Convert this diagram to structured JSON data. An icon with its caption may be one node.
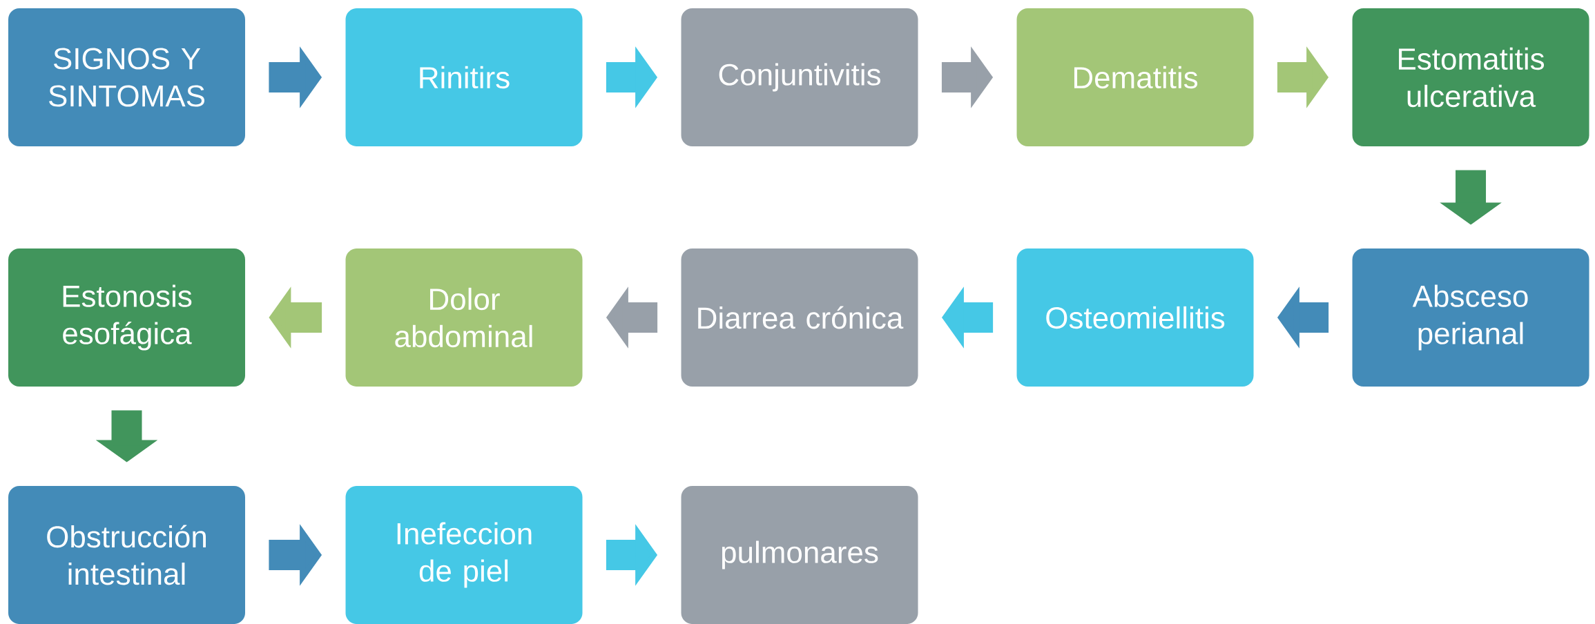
{
  "diagram": {
    "nodes": [
      {
        "text": [
          "SIGNOS Y SINTOMAS"
        ]
      },
      {
        "text": [
          "Rinitirs"
        ]
      },
      {
        "text": [
          "Conjuntivitis"
        ]
      },
      {
        "text": [
          "Dematitis"
        ]
      },
      {
        "text": [
          "Estomatitis ulcerativa"
        ]
      },
      {
        "text": [
          "Estonosis esofágica"
        ]
      },
      {
        "text": [
          "Dolor abdominal"
        ]
      },
      {
        "text": [
          "Diarrea crónica"
        ]
      },
      {
        "text": [
          "Osteomiellitis"
        ]
      },
      {
        "text": [
          "Absceso perianal"
        ]
      },
      {
        "text": [
          "Obstrucción intestinal"
        ]
      },
      {
        "text": [
          "Inefeccion de piel"
        ]
      },
      {
        "text": [
          "pulmonares"
        ]
      }
    ],
    "edges": [
      {
        "from": 0,
        "to": 1,
        "arrow": "to",
        "color": "#438bb8"
      },
      {
        "from": 1,
        "to": 2,
        "arrow": "to",
        "color": "#45c8e6"
      },
      {
        "from": 2,
        "to": 3,
        "arrow": "to",
        "color": "#98a0a9"
      },
      {
        "from": 3,
        "to": 4,
        "arrow": "to",
        "color": "#a3c677"
      },
      {
        "from": 4,
        "to": 9,
        "arrow": "to",
        "color": "#41955c"
      },
      {
        "from": 9,
        "to": 8,
        "arrow": "to",
        "color": "#438bb8"
      },
      {
        "from": 8,
        "to": 7,
        "arrow": "to",
        "color": "#45c8e6"
      },
      {
        "from": 7,
        "to": 6,
        "arrow": "to",
        "color": "#98a0a9"
      },
      {
        "from": 6,
        "to": 5,
        "arrow": "to",
        "color": "#a3c677"
      },
      {
        "from": 5,
        "to": 10,
        "arrow": "to",
        "color": "#41955c"
      },
      {
        "from": 10,
        "to": 11,
        "arrow": "to",
        "color": "#438bb8"
      },
      {
        "from": 11,
        "to": 12,
        "arrow": "to",
        "color": "#45c8e6"
      }
    ]
  }
}
